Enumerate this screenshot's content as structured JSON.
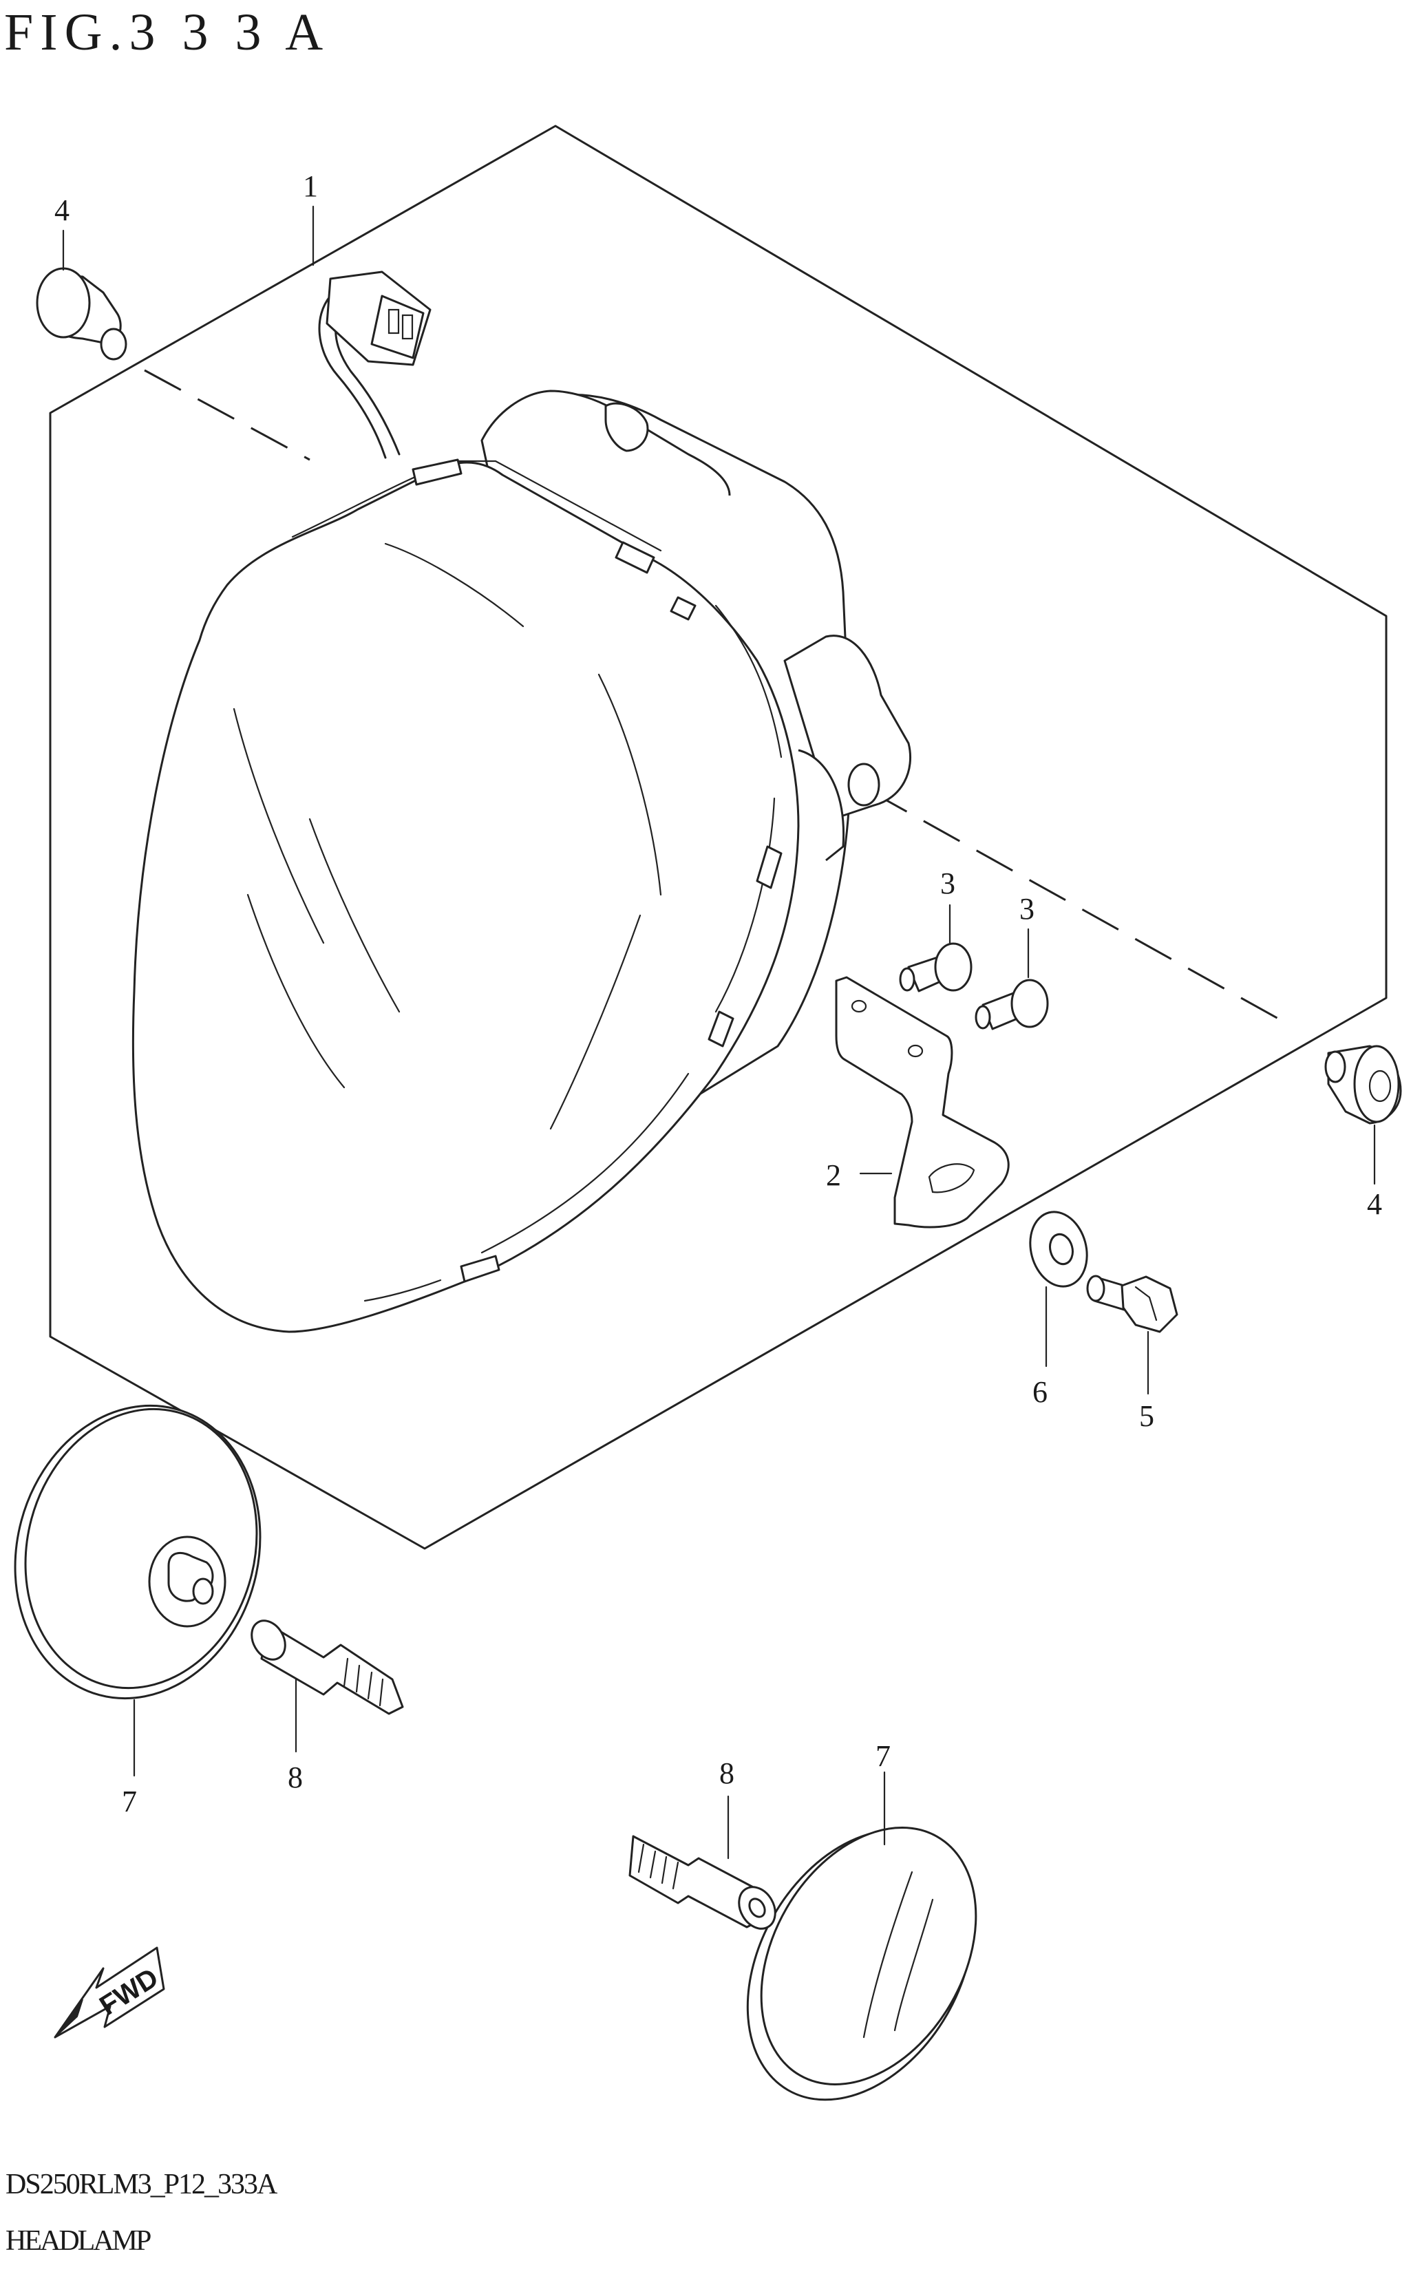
{
  "figure": {
    "title": "FIG.3 3 3 A",
    "code": "DS250RLM3_P12_333A",
    "name": "HEADLAMP"
  },
  "callouts": [
    {
      "id": "c1",
      "label": "1"
    },
    {
      "id": "c2",
      "label": "2"
    },
    {
      "id": "c3a",
      "label": "3"
    },
    {
      "id": "c3b",
      "label": "3"
    },
    {
      "id": "c4a",
      "label": "4"
    },
    {
      "id": "c4b",
      "label": "4"
    },
    {
      "id": "c5",
      "label": "5"
    },
    {
      "id": "c6",
      "label": "6"
    },
    {
      "id": "c7a",
      "label": "7"
    },
    {
      "id": "c7b",
      "label": "7"
    },
    {
      "id": "c8a",
      "label": "8"
    },
    {
      "id": "c8b",
      "label": "8"
    }
  ],
  "fwd_arrow": {
    "label": "FWD"
  }
}
